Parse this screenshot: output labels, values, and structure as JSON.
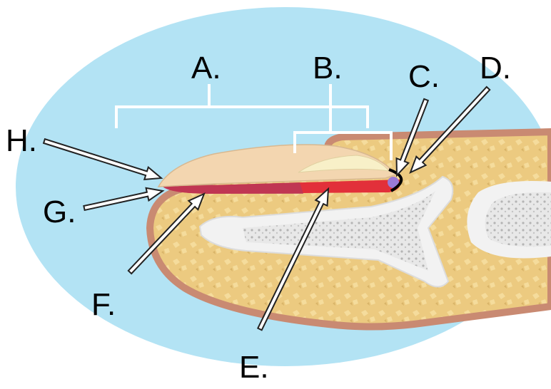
{
  "labels": {
    "A": "A.",
    "B": "B.",
    "C": "C.",
    "D": "D.",
    "E": "E.",
    "F": "F.",
    "G": "G.",
    "H": "H."
  },
  "colors": {
    "background": "#b3e3f4",
    "skin": "#e8c67c",
    "skin_border": "#c98a72",
    "bone": "#f2f2f2",
    "nail_plate": "#f3d6b0",
    "nail_bed": "#e2303a",
    "lunula": "#f8f0c8",
    "matrix_dot": "#9a7ad8"
  }
}
